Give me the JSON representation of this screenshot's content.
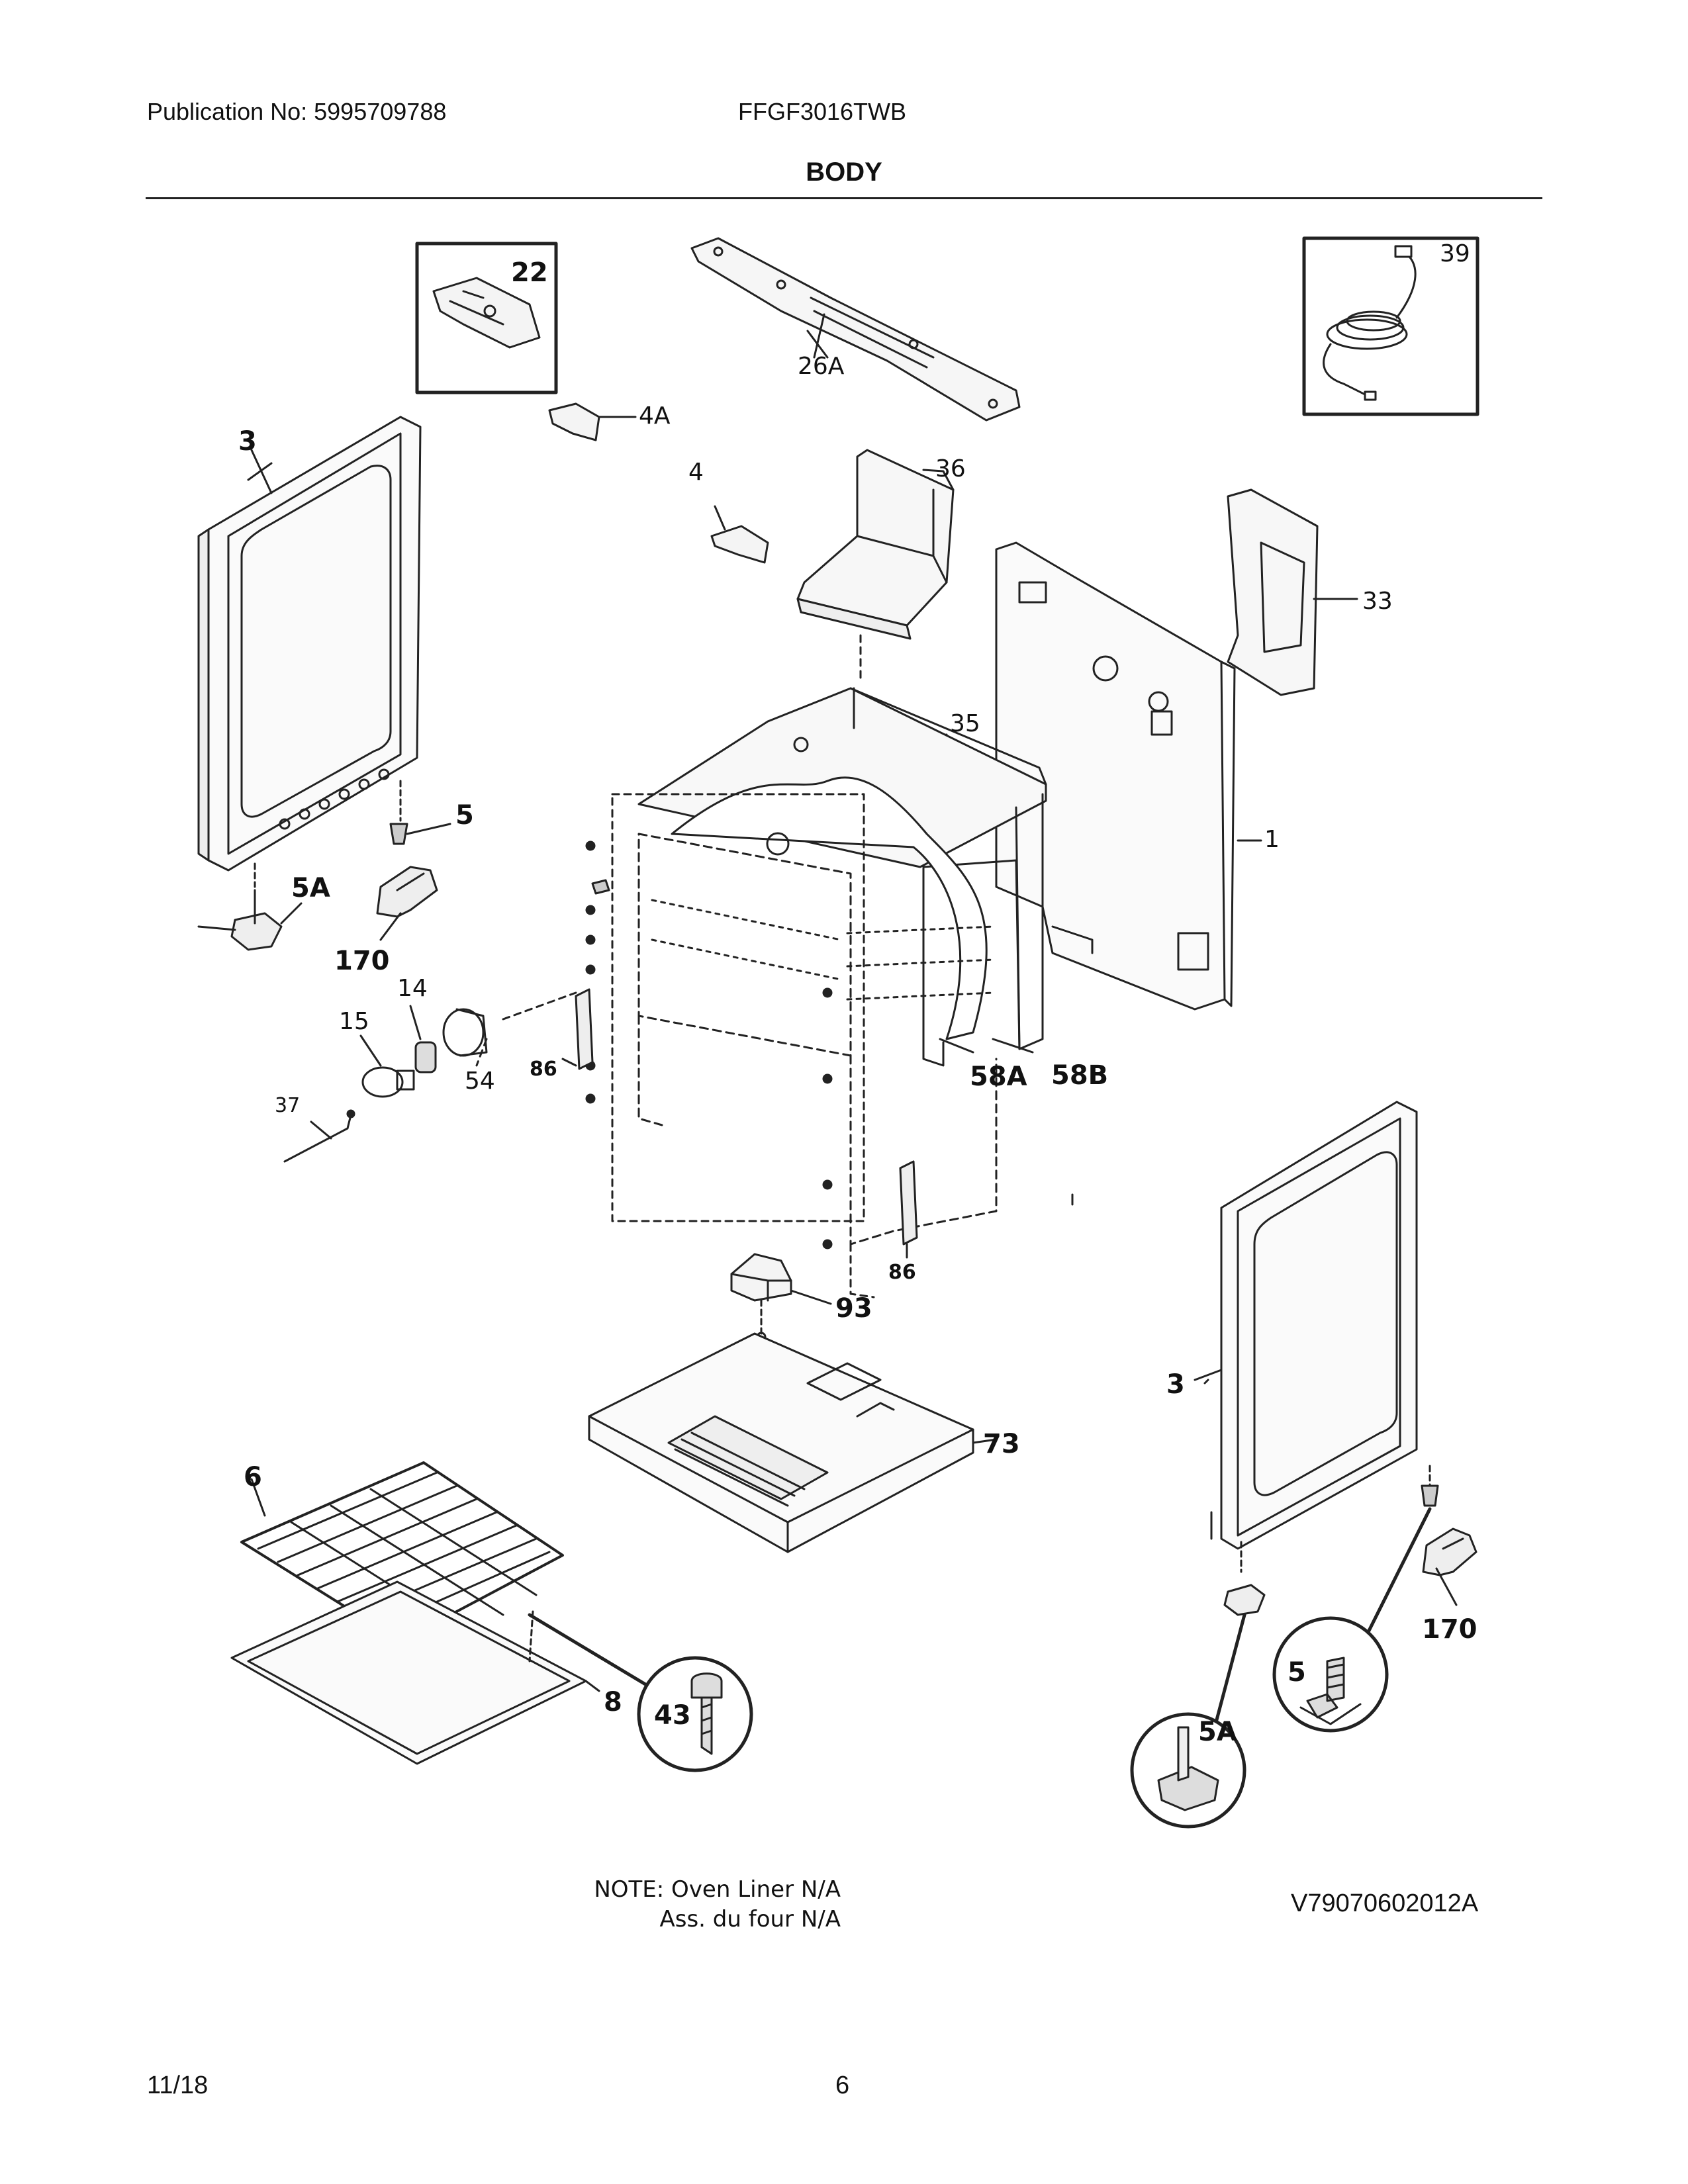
{
  "header": {
    "publication": "Publication No: 5995709788",
    "model": "FFGF3016TWB",
    "section_title": "BODY"
  },
  "callouts": {
    "c22": "22",
    "c26a": "26A",
    "c39": "39",
    "c4a": "4A",
    "c4": "4",
    "c36": "36",
    "c33": "33",
    "c3_left": "3",
    "c3_right": "3",
    "c35": "35",
    "c5_left": "5",
    "c5a_left": "5A",
    "c170_left": "170",
    "c1": "1",
    "c14": "14",
    "c15": "15",
    "c54": "54",
    "c86_left": "86",
    "c86_right": "86",
    "c58a": "58A",
    "c58b": "58B",
    "c37": "37",
    "c93": "93",
    "c73": "73",
    "c6": "6",
    "c8": "8",
    "c43": "43",
    "c5_detail": "5",
    "c5a_detail": "5A",
    "c170_right": "170"
  },
  "notes": {
    "line1": "NOTE: Oven Liner N/A",
    "line2": "Ass. du four N/A"
  },
  "diagram_code": "V79070602012A",
  "footer": {
    "date": "11/18",
    "page": "6"
  }
}
